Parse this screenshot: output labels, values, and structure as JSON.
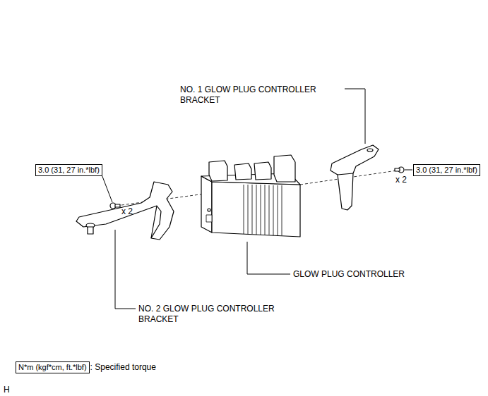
{
  "diagram": {
    "nodes": [
      {
        "text": [
          "3.0 (31, 27 in.*lbf)"
        ]
      },
      {
        "text": [
          "3.0 (31, 27 in.*lbf)"
        ]
      },
      {
        "text": [
          "N*m (kgf*cm, ft.*lbf)"
        ]
      }
    ],
    "labels": [
      "NO. 1 GLOW PLUG CONTROLLER BRACKET",
      "x 2",
      "x 2",
      "GLOW PLUG CONTROLLER",
      "NO. 2 GLOW PLUG CONTROLLER BRACKET",
      ": Specified torque",
      "H"
    ]
  }
}
